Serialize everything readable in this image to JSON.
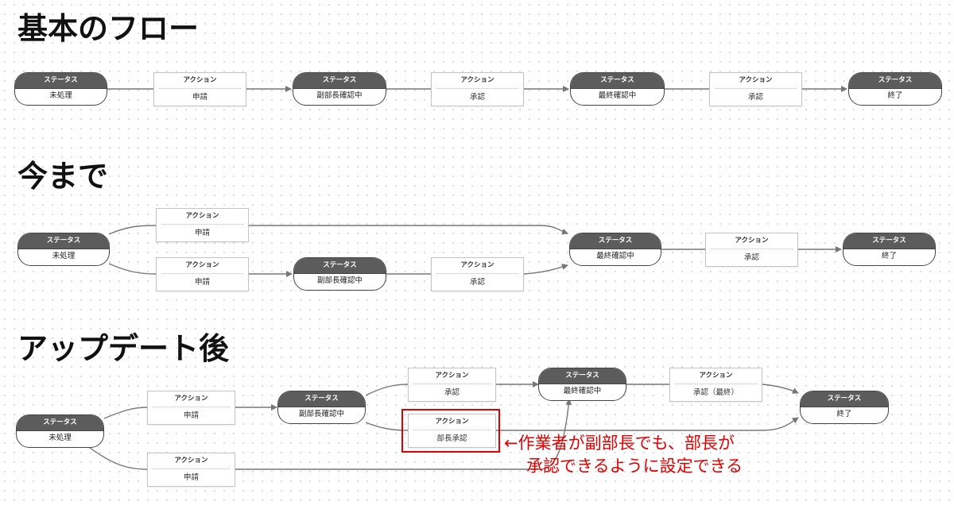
{
  "headings": {
    "basic": "基本のフロー",
    "before": "今まで",
    "after": "アップデート後"
  },
  "labels": {
    "status": "ステータス",
    "action": "アクション"
  },
  "nodes": {
    "basic": {
      "s_unprocessed": "未処理",
      "a_apply": "申請",
      "s_deputy_checking": "副部長確認中",
      "a_approve": "承認",
      "s_final_checking": "最終確認中",
      "a_approve2": "承認",
      "s_done": "終了"
    },
    "before": {
      "s_unprocessed": "未処理",
      "a_apply_top": "申請",
      "a_apply_bottom": "申請",
      "s_deputy_checking": "副部長確認中",
      "a_approve_mid": "承認",
      "s_final_checking": "最終確認中",
      "a_approve_end": "承認",
      "s_done": "終了"
    },
    "after": {
      "s_unprocessed": "未処理",
      "a_apply_top": "申請",
      "s_deputy_checking": "副部長確認中",
      "a_approve": "承認",
      "a_manager_approve": "部長承認",
      "a_apply_bottom": "申請",
      "s_final_checking": "最終確認中",
      "a_approve_final": "承認（最終）",
      "s_done": "終了"
    }
  },
  "annotation": {
    "line1": "←作業者が副部長でも、部長が",
    "line2": "承認できるように設定できる",
    "color": "#e00000"
  },
  "colors": {
    "status_header": "#5c5c5c",
    "edge": "#777777",
    "highlight": "#e00000"
  }
}
